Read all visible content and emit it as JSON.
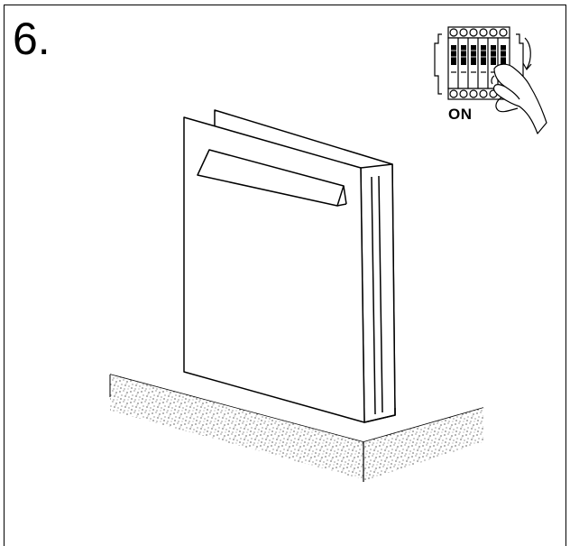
{
  "step": {
    "number": "6."
  },
  "breaker_panel": {
    "state_label": "ON"
  },
  "icons": {
    "breaker": "circuit-breaker-icon",
    "hand": "hand-icon",
    "appliance": "dishwasher-door-icon",
    "floor": "floor-cutaway"
  },
  "colors": {
    "ink": "#000000",
    "paper": "#ffffff"
  }
}
